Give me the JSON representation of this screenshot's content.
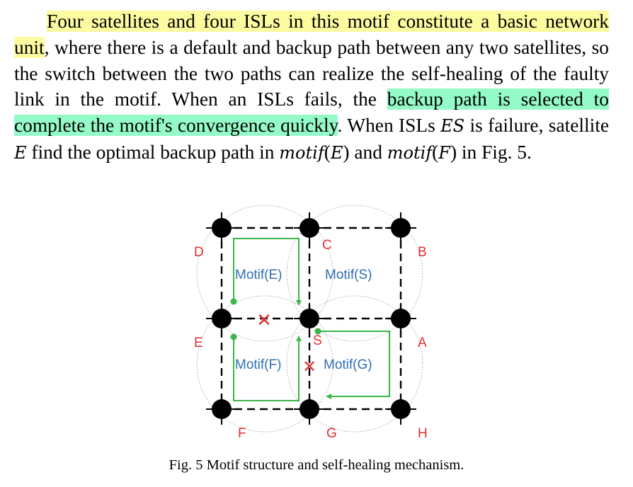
{
  "paragraph": {
    "p1": "Four satellites and four ISLs in this motif constitute a basic network unit",
    "p2": ", where there is a default and backup path between any two satellites, so the switch between the two paths can realize the self-healing of the faulty link in the motif. When an ISLs fails, the ",
    "p3": "backup path is selected to complete the motif's convergence quickly",
    "p4": ". When ISLs ",
    "m1": "ES",
    "p5": " is failure, satellite ",
    "m2": "E",
    "p6": " find the optimal backup path in ",
    "m3": "motif",
    "p7": "(",
    "m4": "E",
    "p8": ") and ",
    "m5": "motif",
    "p9": "(",
    "m6": "F",
    "p10": ") in Fig. 5."
  },
  "figure": {
    "node_labels": {
      "D": "D",
      "C": "C",
      "B": "B",
      "E": "E",
      "S": "S",
      "A": "A",
      "F": "F",
      "G": "G",
      "H": "H"
    },
    "motif_labels": {
      "E": "Motif(E)",
      "S": "Motif(S)",
      "F": "Motif(F)",
      "G": "Motif(G)"
    },
    "fail_mark": "✕",
    "colors": {
      "red": "#e03030",
      "blue": "#2e6fb5",
      "green": "#3cb54a"
    }
  },
  "caption": "Fig. 5 Motif structure and self-healing mechanism."
}
